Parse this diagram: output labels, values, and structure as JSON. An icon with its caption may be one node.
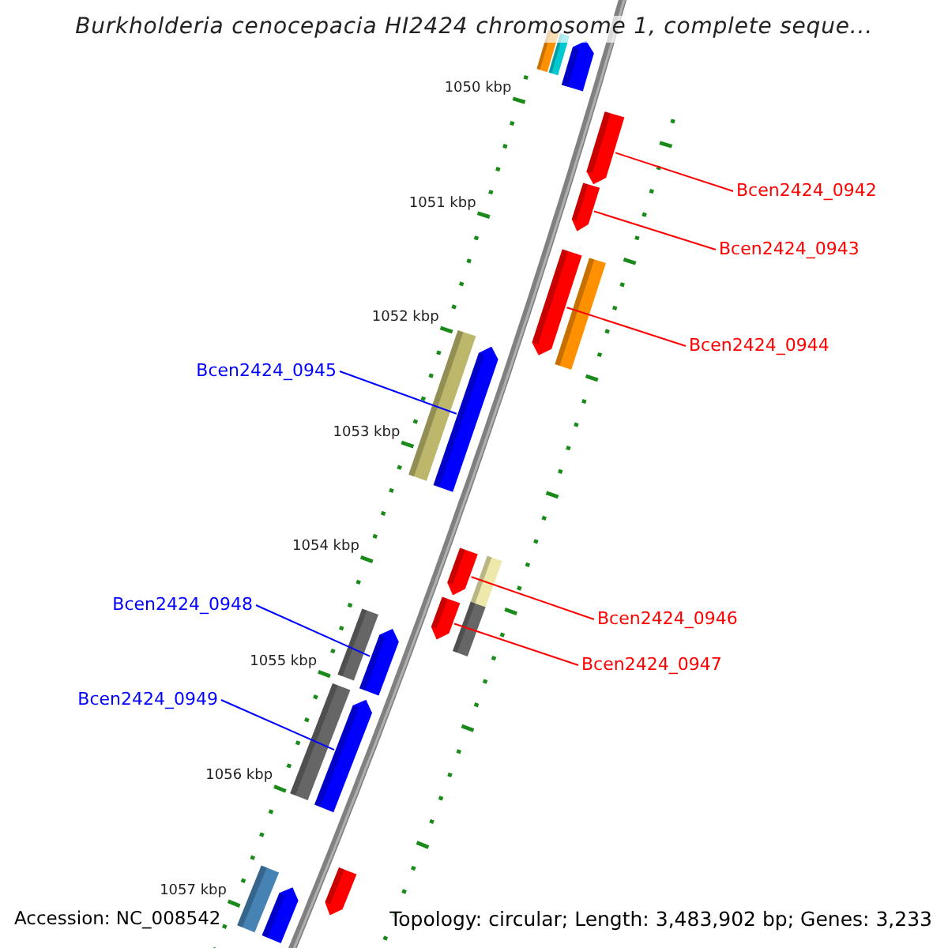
{
  "diagram": {
    "title": "Burkholderia cenocepacia HI2424 chromosome 1, complete seque...",
    "nodes": [
      {
        "text": [],
        "shape": "bar"
      },
      {
        "text": [],
        "shape": "bar"
      },
      {
        "text": [],
        "shape": "bar"
      },
      {
        "text": [],
        "shape": "bar"
      },
      {
        "text": [
          "Bcen2424_0942"
        ]
      },
      {
        "text": [],
        "shape": "bar"
      },
      {
        "text": [
          "Bcen2424_0943"
        ]
      },
      {
        "text": [],
        "shape": "bar"
      },
      {
        "text": [],
        "shape": "bar"
      },
      {
        "text": [
          "Bcen2424_0944"
        ]
      },
      {
        "text": [
          "Bcen2424_0945"
        ]
      },
      {
        "text": [],
        "shape": "bar"
      },
      {
        "text": [],
        "shape": "bar"
      },
      {
        "text": [],
        "shape": "bar"
      },
      {
        "text": [],
        "shape": "bar"
      },
      {
        "text": [
          "Bcen2424_0946"
        ]
      },
      {
        "text": [],
        "shape": "bar"
      },
      {
        "text": [],
        "shape": "bar"
      },
      {
        "text": [
          "Bcen2424_0947"
        ]
      },
      {
        "text": [
          "Bcen2424_0948"
        ]
      },
      {
        "text": [],
        "shape": "bar"
      },
      {
        "text": [],
        "shape": "bar"
      },
      {
        "text": [
          "Bcen2424_0949"
        ]
      },
      {
        "text": [],
        "shape": "bar"
      },
      {
        "text": [],
        "shape": "bar"
      },
      {
        "text": [],
        "shape": "bar"
      },
      {
        "text": [],
        "shape": "bar"
      },
      {
        "text": [],
        "shape": "bar"
      }
    ],
    "edges": [
      {
        "from": 4,
        "to": 3,
        "arrow": "none"
      },
      {
        "from": 6,
        "to": 5,
        "arrow": "none"
      },
      {
        "from": 9,
        "to": 7,
        "arrow": "none"
      },
      {
        "from": 10,
        "to": 12,
        "arrow": "none",
        "color": "#0000ff"
      },
      {
        "from": 15,
        "to": 13,
        "arrow": "none"
      },
      {
        "from": 18,
        "to": 16,
        "arrow": "none"
      },
      {
        "from": 19,
        "to": 21,
        "arrow": "none",
        "color": "#0000ff"
      },
      {
        "from": 22,
        "to": 24,
        "arrow": "none",
        "color": "#0000ff"
      }
    ],
    "labels": [
      "1050 kbp",
      "1051 kbp",
      "1052 kbp",
      "1053 kbp",
      "1054 kbp",
      "1055 kbp",
      "1056 kbp",
      "1057 kbp",
      "Accession: NC_008542",
      "Topology: circular; Length: 3,483,902 bp; Genes: 3,233"
    ]
  }
}
